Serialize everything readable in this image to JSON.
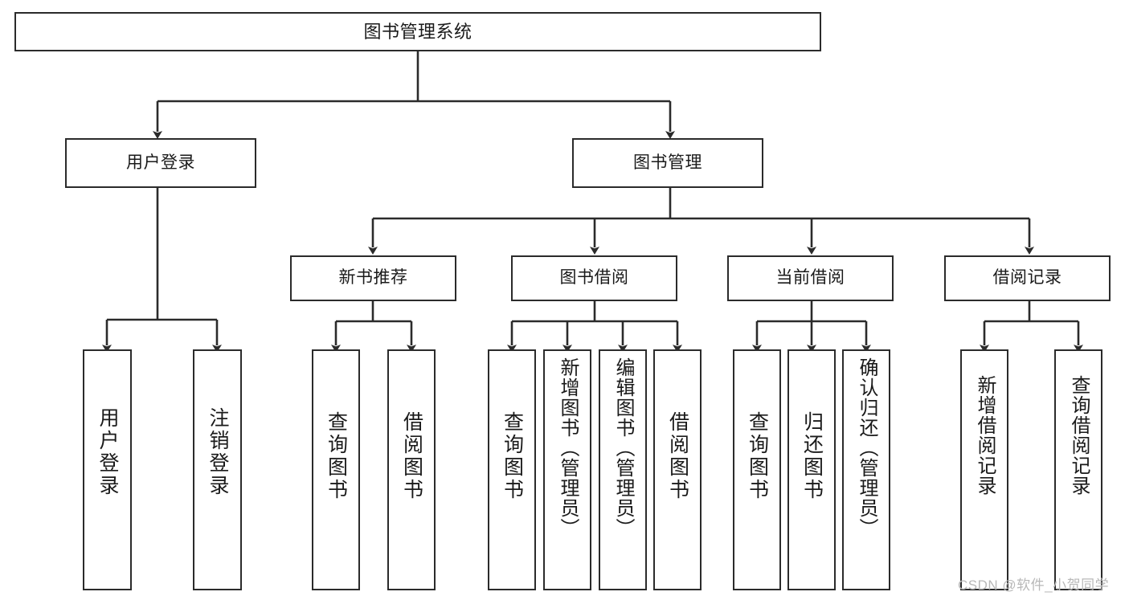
{
  "diagram": {
    "title": "图书管理系统",
    "type": "tree",
    "watermark": "CSDN @软件_小贺同学",
    "colors": {
      "stroke": "#2b2b2b",
      "fill": "#ffffff",
      "text": "#1a1a1a",
      "watermark": "#b8b8b8"
    },
    "levels": {
      "root": {
        "label": "图书管理系统"
      },
      "level1": [
        {
          "id": "user-login",
          "label": "用户登录"
        },
        {
          "id": "book-manage",
          "label": "图书管理"
        }
      ],
      "level2": [
        {
          "id": "new-book-rec",
          "label": "新书推荐",
          "parent": "book-manage"
        },
        {
          "id": "book-borrow",
          "label": "图书借阅",
          "parent": "book-manage"
        },
        {
          "id": "current-borrow",
          "label": "当前借阅",
          "parent": "book-manage"
        },
        {
          "id": "borrow-record",
          "label": "借阅记录",
          "parent": "book-manage"
        }
      ],
      "leaves": [
        {
          "id": "leaf-user-login",
          "label": "用户登录",
          "parent": "user-login"
        },
        {
          "id": "leaf-user-logout",
          "label": "注销登录",
          "parent": "user-login"
        },
        {
          "id": "leaf-query-book-1",
          "label": "查询图书",
          "parent": "new-book-rec"
        },
        {
          "id": "leaf-borrow-book-1",
          "label": "借阅图书",
          "parent": "new-book-rec"
        },
        {
          "id": "leaf-query-book-2",
          "label": "查询图书",
          "parent": "book-borrow"
        },
        {
          "id": "leaf-add-book",
          "label": "新增图书（管理员）",
          "parent": "book-borrow"
        },
        {
          "id": "leaf-edit-book",
          "label": "编辑图书（管理员）",
          "parent": "book-borrow"
        },
        {
          "id": "leaf-borrow-book-2",
          "label": "借阅图书",
          "parent": "book-borrow"
        },
        {
          "id": "leaf-query-book-3",
          "label": "查询图书",
          "parent": "current-borrow"
        },
        {
          "id": "leaf-return-book",
          "label": "归还图书",
          "parent": "current-borrow"
        },
        {
          "id": "leaf-confirm-return",
          "label": "确认归还（管理员）",
          "parent": "current-borrow"
        },
        {
          "id": "leaf-add-record",
          "label": "新增借阅记录",
          "parent": "borrow-record"
        },
        {
          "id": "leaf-query-record",
          "label": "查询借阅记录",
          "parent": "borrow-record"
        }
      ]
    }
  }
}
